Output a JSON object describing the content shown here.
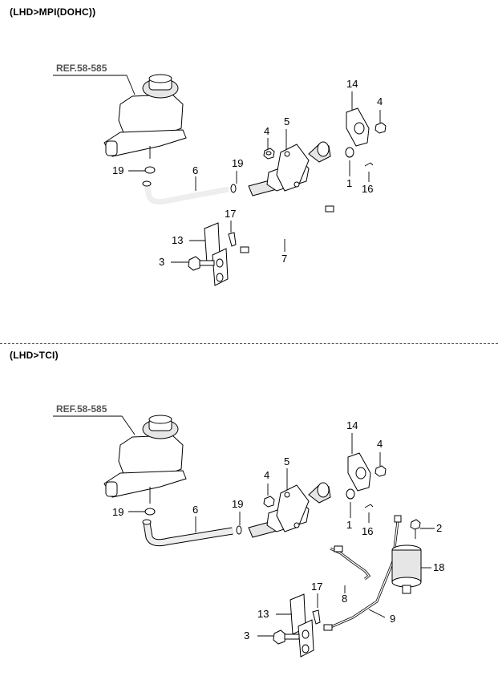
{
  "sections": [
    {
      "title": "(LHD>MPI(DOHC))",
      "ref": "REF.58-585",
      "callouts": [
        "14",
        "4",
        "5",
        "4",
        "19",
        "6",
        "19",
        "1",
        "16",
        "17",
        "13",
        "3",
        "7"
      ]
    },
    {
      "title": "(LHD>TCI)",
      "ref": "REF.58-585",
      "callouts": [
        "14",
        "4",
        "5",
        "4",
        "19",
        "6",
        "19",
        "1",
        "16",
        "2",
        "18",
        "8",
        "17",
        "13",
        "3",
        "9"
      ]
    }
  ],
  "colors": {
    "line": "#000000",
    "fill": "#ffffff",
    "shade": "#e6e6e6",
    "divider": "#555555"
  }
}
